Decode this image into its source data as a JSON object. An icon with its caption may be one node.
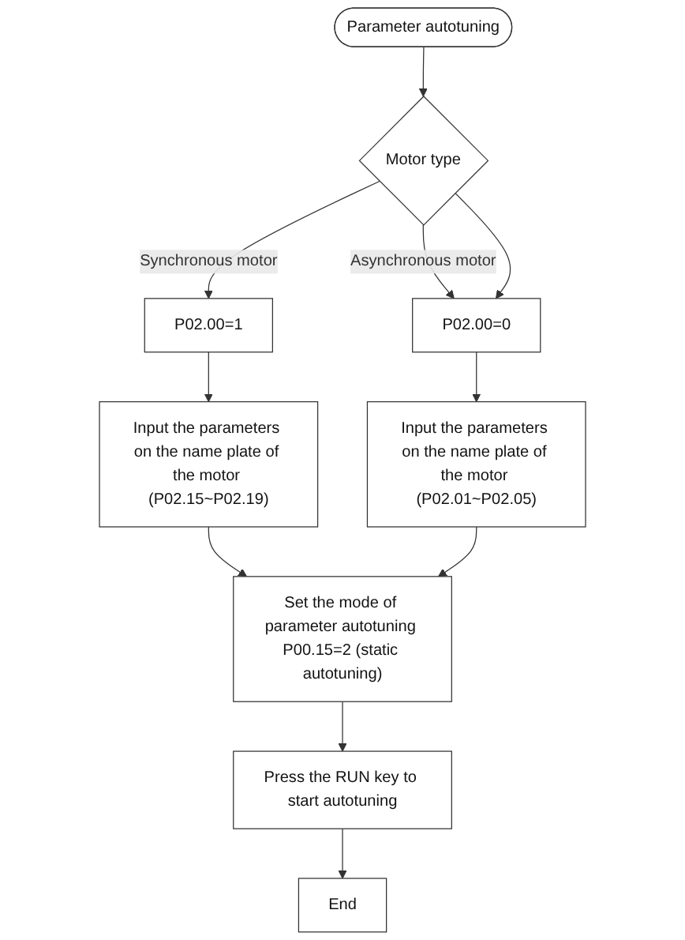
{
  "diagram": {
    "nodes": [
      {
        "text": [
          "Parameter autotuning"
        ]
      },
      {
        "text": [
          "Motor type"
        ]
      },
      {
        "text": [
          "P02.00=1"
        ]
      },
      {
        "text": [
          "P02.00=0"
        ]
      },
      {
        "text": [
          "Input the parameters on the name plate of the motor (P02.15~P02.19)"
        ]
      },
      {
        "text": [
          "Input the parameters on the name plate of the motor (P02.01~P02.05)"
        ]
      },
      {
        "text": [
          "Set the mode of parameter autotuning P00.15=2 (static autotuning)"
        ]
      },
      {
        "text": [
          "Press the RUN key to start autotuning"
        ]
      },
      {
        "text": [
          "End"
        ]
      }
    ],
    "edges": [
      {
        "from": 0,
        "to": 1,
        "arrow": "to"
      },
      {
        "from": 1,
        "to": 2,
        "arrow": "to",
        "label": "Synchronous motor"
      },
      {
        "from": 1,
        "to": 3,
        "arrow": "to",
        "label": "Asynchronous motor"
      },
      {
        "from": 1,
        "to": 3,
        "arrow": "to"
      },
      {
        "from": 2,
        "to": 4,
        "arrow": "to"
      },
      {
        "from": 3,
        "to": 5,
        "arrow": "to"
      },
      {
        "from": 4,
        "to": 6,
        "arrow": "to"
      },
      {
        "from": 5,
        "to": 6,
        "arrow": "to"
      },
      {
        "from": 6,
        "to": 7,
        "arrow": "to"
      },
      {
        "from": 7,
        "to": 8,
        "arrow": "to"
      }
    ]
  }
}
